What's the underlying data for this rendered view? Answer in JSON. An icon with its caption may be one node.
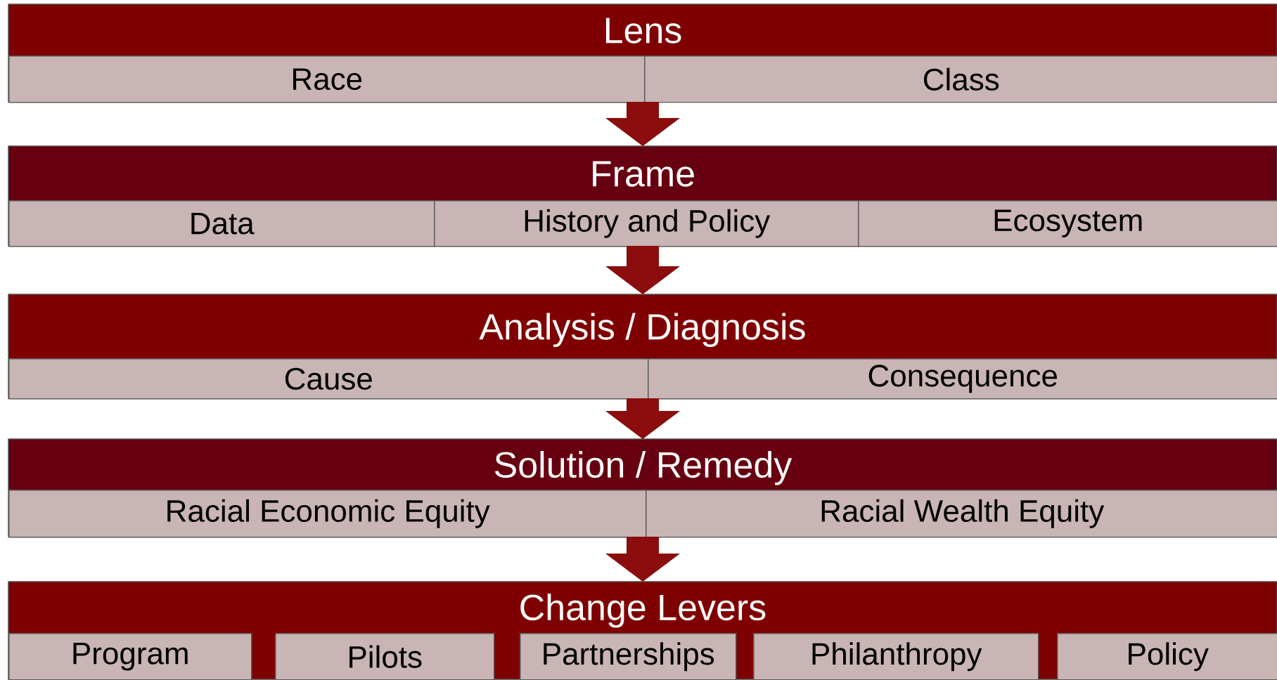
{
  "diagram": {
    "nodes": [
      {
        "text": [
          "Lens"
        ]
      },
      {
        "text": [
          "Race"
        ],
        "in": 0
      },
      {
        "text": [
          "Class"
        ],
        "in": 0
      },
      {
        "text": [
          "Frame"
        ]
      },
      {
        "text": [
          "Data"
        ],
        "in": 3
      },
      {
        "text": [
          "History and Policy"
        ],
        "in": 3
      },
      {
        "text": [
          "Ecosystem"
        ],
        "in": 3
      },
      {
        "text": [
          "Analysis / Diagnosis"
        ]
      },
      {
        "text": [
          "Cause"
        ],
        "in": 7
      },
      {
        "text": [
          "Consequence"
        ],
        "in": 7
      },
      {
        "text": [
          "Solution  /  Remedy"
        ]
      },
      {
        "text": [
          "Racial Economic Equity"
        ],
        "in": 10
      },
      {
        "text": [
          "Racial Wealth Equity"
        ],
        "in": 10
      },
      {
        "text": [
          "Change Levers"
        ]
      },
      {
        "text": [
          "Program"
        ],
        "in": 13
      },
      {
        "text": [
          "Pilots"
        ],
        "in": 13
      },
      {
        "text": [
          "Partnerships"
        ],
        "in": 13
      },
      {
        "text": [
          "Philanthropy"
        ],
        "in": 13
      },
      {
        "text": [
          "Policy"
        ],
        "in": 13
      }
    ],
    "edges": [
      {
        "from": 0,
        "to": 3,
        "arrow": "to"
      },
      {
        "from": 3,
        "to": 7,
        "arrow": "to"
      },
      {
        "from": 7,
        "to": 10,
        "arrow": "to"
      },
      {
        "from": 10,
        "to": 13,
        "arrow": "to"
      }
    ]
  }
}
